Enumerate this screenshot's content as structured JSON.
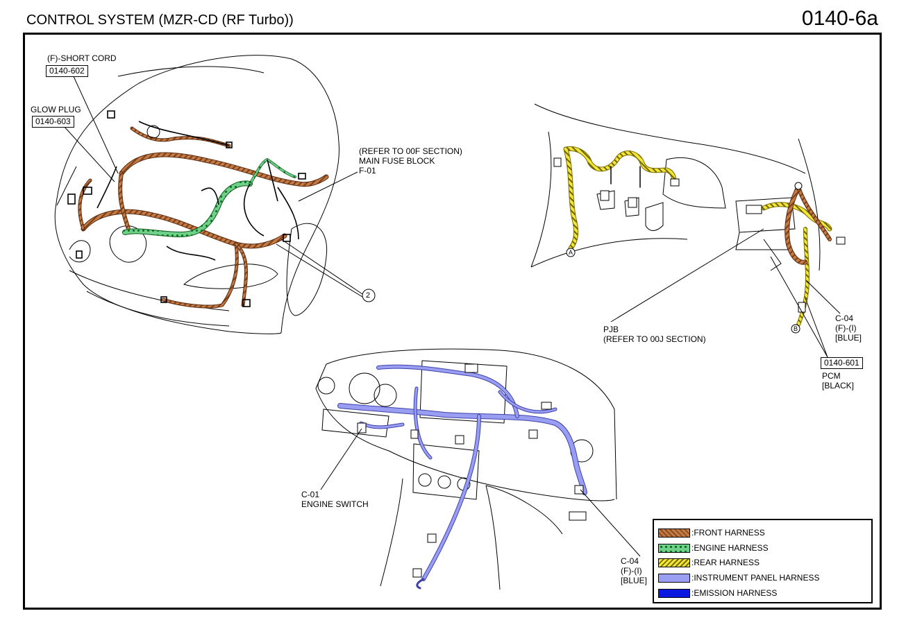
{
  "header": {
    "title": "CONTROL SYSTEM (MZR-CD (RF Turbo))",
    "page_code": "0140-6a"
  },
  "callouts": {
    "short_cord": {
      "label": "(F)-SHORT CORD",
      "ref": "0140-602"
    },
    "glow_plug": {
      "label": "GLOW PLUG",
      "ref": "0140-603"
    },
    "main_fuse": {
      "line1": "(REFER TO 00F SECTION)",
      "line2": "MAIN FUSE BLOCK",
      "line3": "F-01"
    },
    "ground_marker": "2",
    "connector_a": "A",
    "connector_b": "B",
    "pjb": {
      "line1": "PJB",
      "line2": "(REFER TO 00J SECTION)"
    },
    "c04_right": {
      "line1": "C-04",
      "line2": "(F)-(I)",
      "line3": "[BLUE]"
    },
    "pcm": {
      "ref": "0140-601",
      "line1": "PCM",
      "line2": "[BLACK]"
    },
    "engine_switch": {
      "line1": "C-01",
      "line2": "ENGINE SWITCH"
    },
    "c04_bottom": {
      "line1": "C-04",
      "line2": "(F)-(I)",
      "line3": "[BLUE]"
    }
  },
  "legend": {
    "items": [
      {
        "label": ":FRONT HARNESS",
        "swatch": "front"
      },
      {
        "label": ":ENGINE HARNESS",
        "swatch": "engine"
      },
      {
        "label": ":REAR HARNESS",
        "swatch": "rear"
      },
      {
        "label": ":INSTRUMENT PANEL HARNESS",
        "swatch": "instrument-panel"
      },
      {
        "label": ":EMISSION HARNESS",
        "swatch": "emission"
      }
    ]
  },
  "colors": {
    "front_harness": "#b8703f",
    "engine_harness": "#5cc878",
    "rear_harness": "#e9dc3a",
    "instrument_panel_harness": "#9a9ef2",
    "emission_harness": "#0a18e0"
  }
}
